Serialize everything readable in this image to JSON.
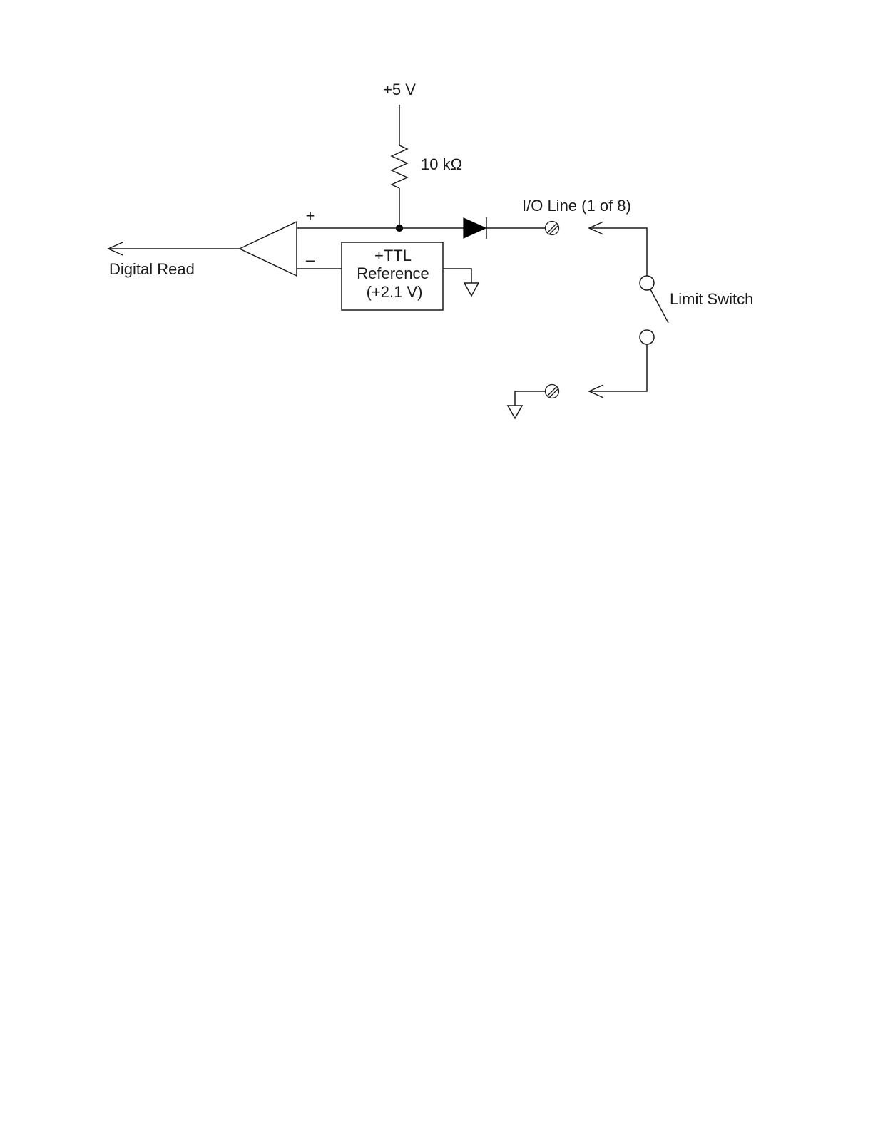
{
  "diagram": {
    "labels": {
      "supply": "+5 V",
      "resistor": "10 kΩ",
      "io_line": "I/O Line (1 of 8)",
      "plus": "+",
      "minus": "–",
      "digital_read": "Digital Read",
      "reference_line1": "+TTL",
      "reference_line2": "Reference",
      "reference_line3": "(+2.1 V)",
      "limit_switch": "Limit Switch"
    },
    "icons": {
      "resistor": "resistor-icon",
      "diode": "diode-icon",
      "comparator": "comparator-icon",
      "ground": "ground-icon",
      "terminal": "screw-terminal-icon",
      "switch": "switch-icon",
      "arrow": "arrow-icon"
    },
    "colors": {
      "line": "#1a1a1a",
      "background": "#ffffff"
    }
  }
}
